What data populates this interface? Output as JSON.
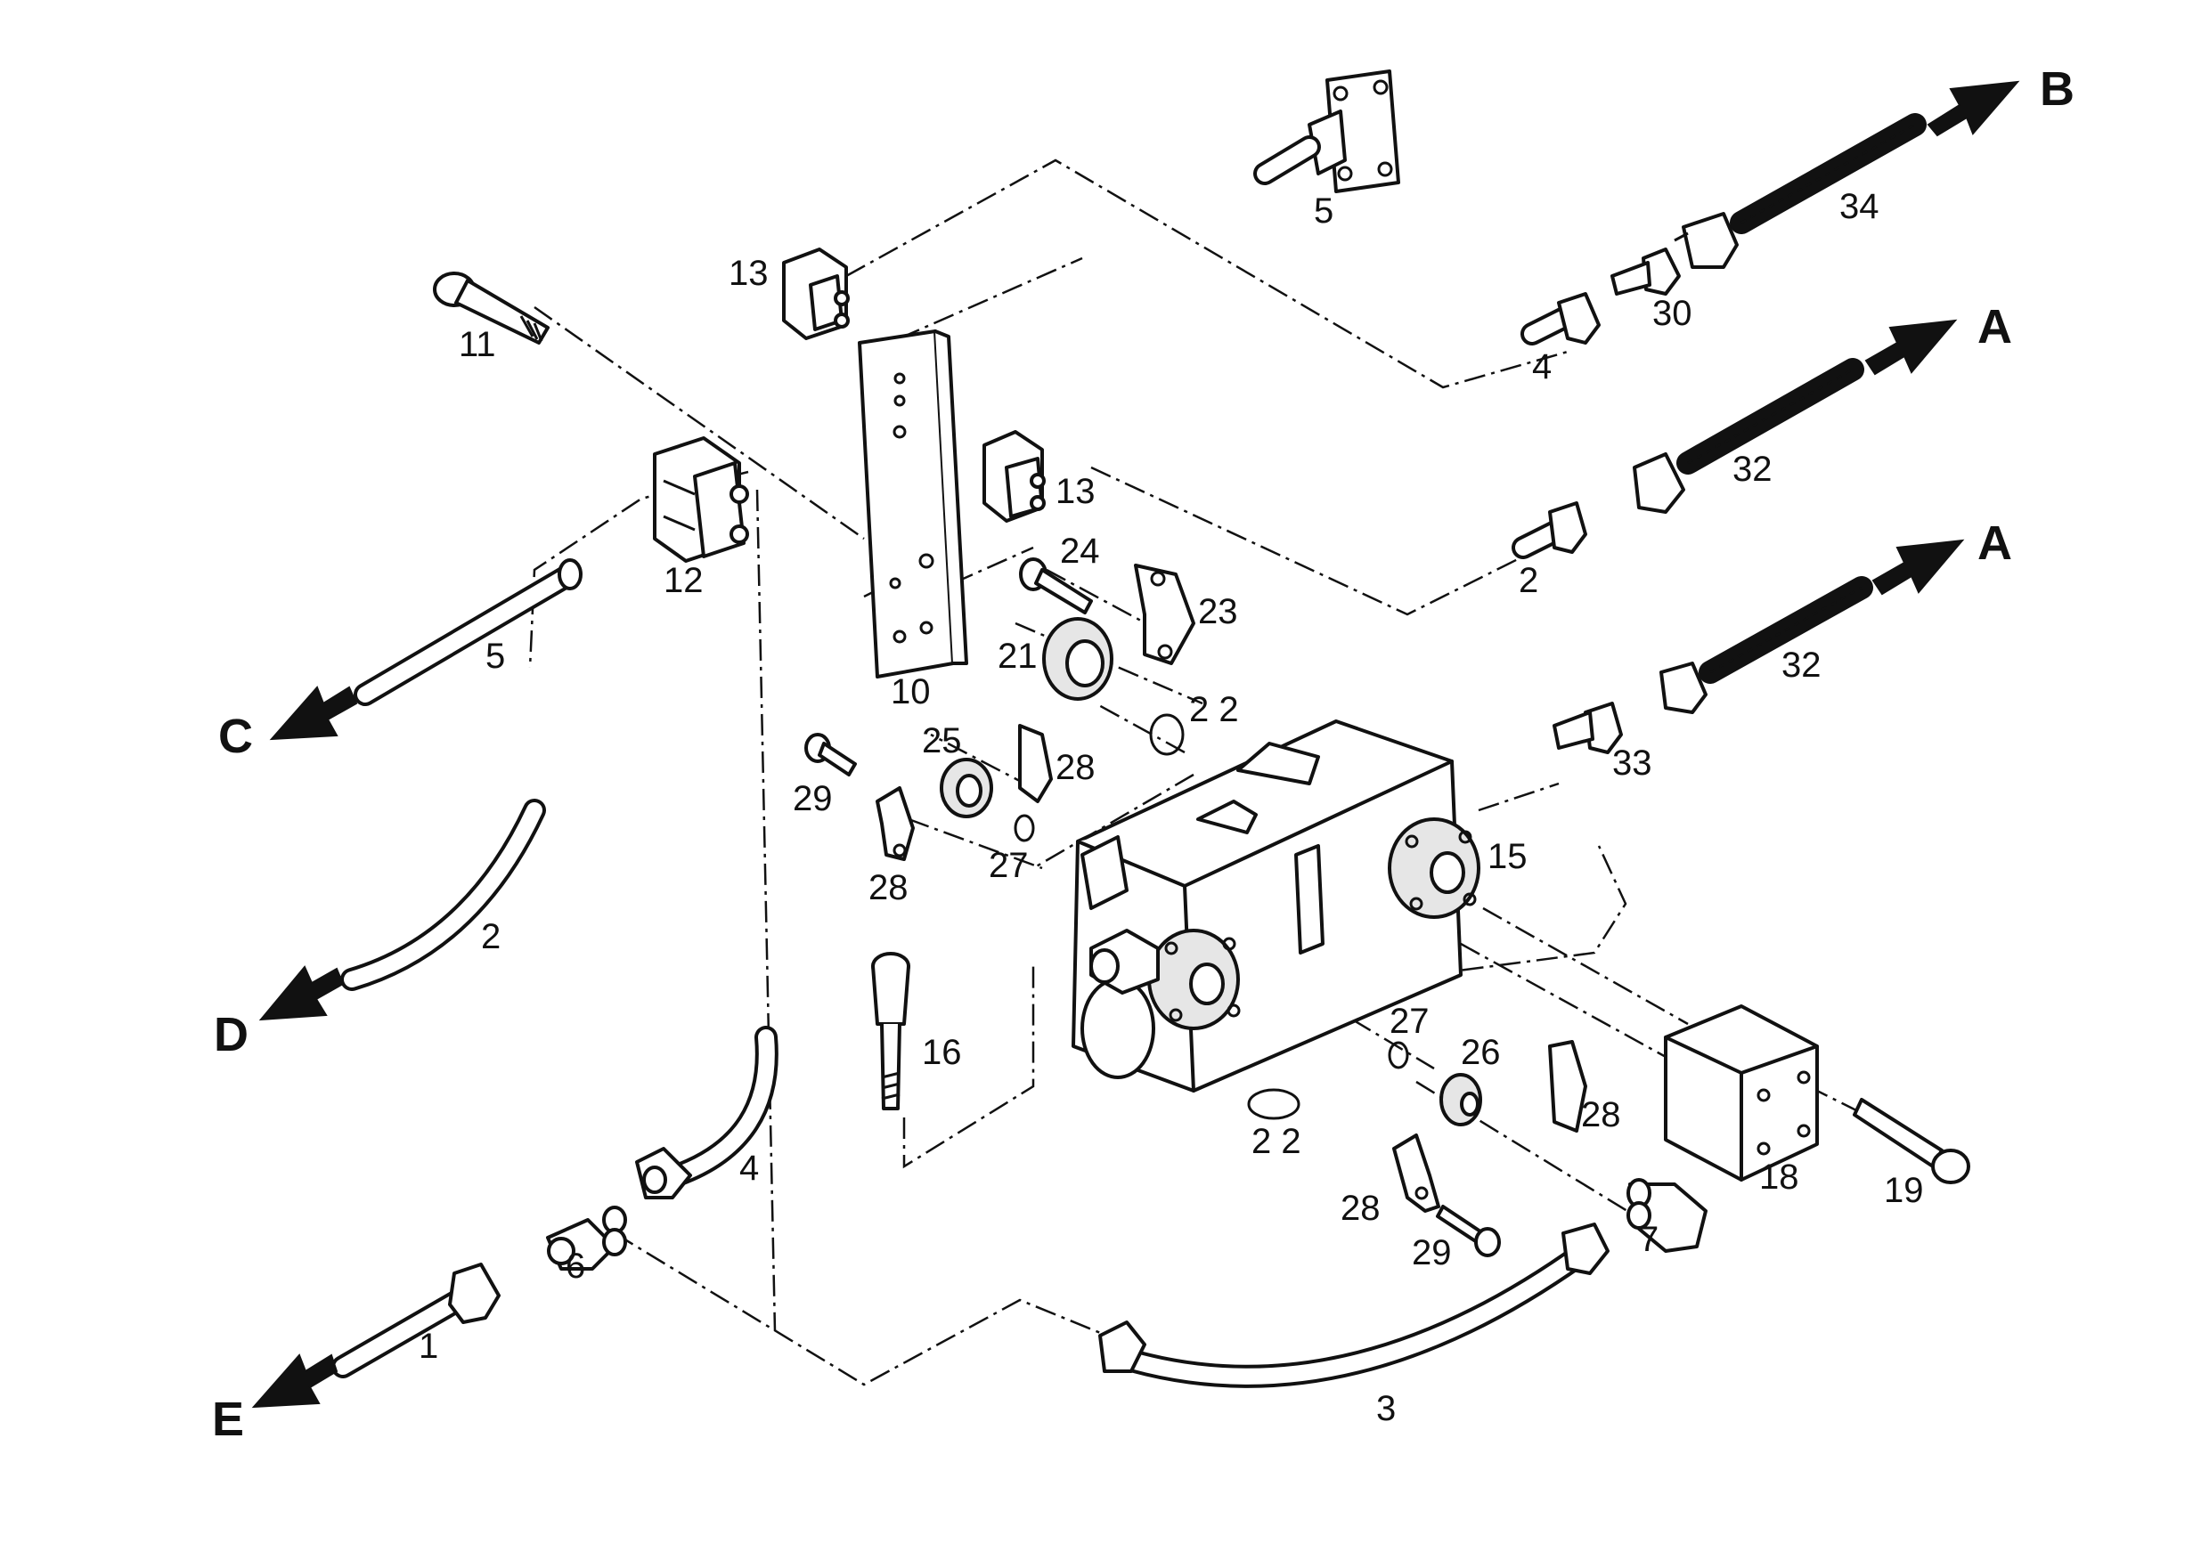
{
  "diagram": {
    "callouts": {
      "c1": "1",
      "c2a": "2",
      "c2b": "2",
      "c3": "3",
      "c4a": "4",
      "c4b": "4",
      "c5a": "5",
      "c5b": "5",
      "c6": "6",
      "c7": "7",
      "c10": "10",
      "c11": "11",
      "c12": "12",
      "c13a": "13",
      "c13b": "13",
      "c15": "15",
      "c16": "16",
      "c18": "18",
      "c19": "19",
      "c21": "21",
      "c22a": "2 2",
      "c22b": "2 2",
      "c23": "23",
      "c24": "24",
      "c25": "25",
      "c26": "26",
      "c27a": "27",
      "c27b": "27",
      "c28a": "28",
      "c28b": "28",
      "c28c": "28",
      "c28d": "28",
      "c29a": "29",
      "c29b": "29",
      "c30": "30",
      "c32a": "32",
      "c32b": "32",
      "c33": "33",
      "c34": "34"
    },
    "ports": {
      "A1": "A",
      "A2": "A",
      "B": "B",
      "C": "C",
      "D": "D",
      "E": "E"
    },
    "colors": {
      "ink": "#111111",
      "paper": "#ffffff"
    }
  }
}
